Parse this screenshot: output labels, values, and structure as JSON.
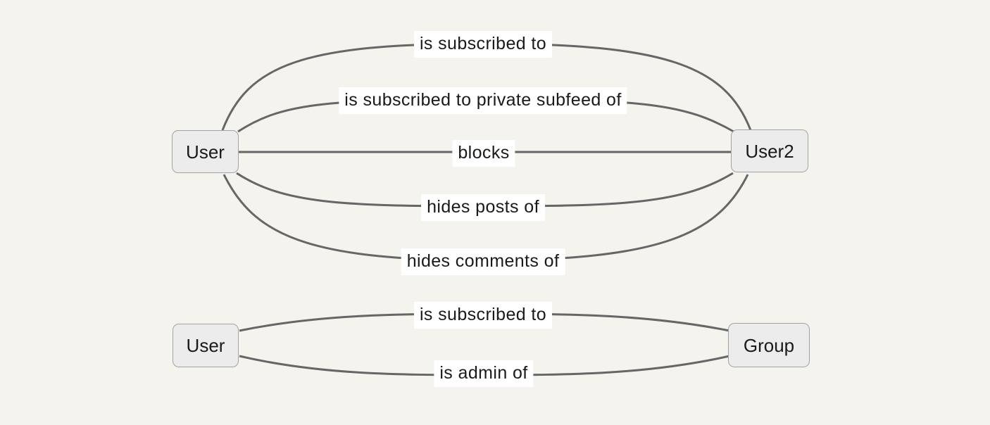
{
  "colors": {
    "background": "#F4F3EE",
    "node_fill": "#ECECEC",
    "node_border": "#A3A3A3",
    "edge": "#666666",
    "label_bg": "#FFFFFF",
    "text": "#1A1A1A"
  },
  "diagram": {
    "type": "relationship-graph",
    "graph_top": {
      "nodes": [
        {
          "id": "user",
          "label": "User"
        },
        {
          "id": "user2",
          "label": "User2"
        }
      ],
      "edges": [
        {
          "from": "User",
          "to": "User2",
          "label": "is subscribed to"
        },
        {
          "from": "User",
          "to": "User2",
          "label": "is subscribed to private subfeed of"
        },
        {
          "from": "User",
          "to": "User2",
          "label": "blocks"
        },
        {
          "from": "User",
          "to": "User2",
          "label": "hides posts of"
        },
        {
          "from": "User",
          "to": "User2",
          "label": "hides comments of"
        }
      ]
    },
    "graph_bottom": {
      "nodes": [
        {
          "id": "user",
          "label": "User"
        },
        {
          "id": "group",
          "label": "Group"
        }
      ],
      "edges": [
        {
          "from": "User",
          "to": "Group",
          "label": "is subscribed to"
        },
        {
          "from": "User",
          "to": "Group",
          "label": "is admin of"
        }
      ]
    }
  }
}
